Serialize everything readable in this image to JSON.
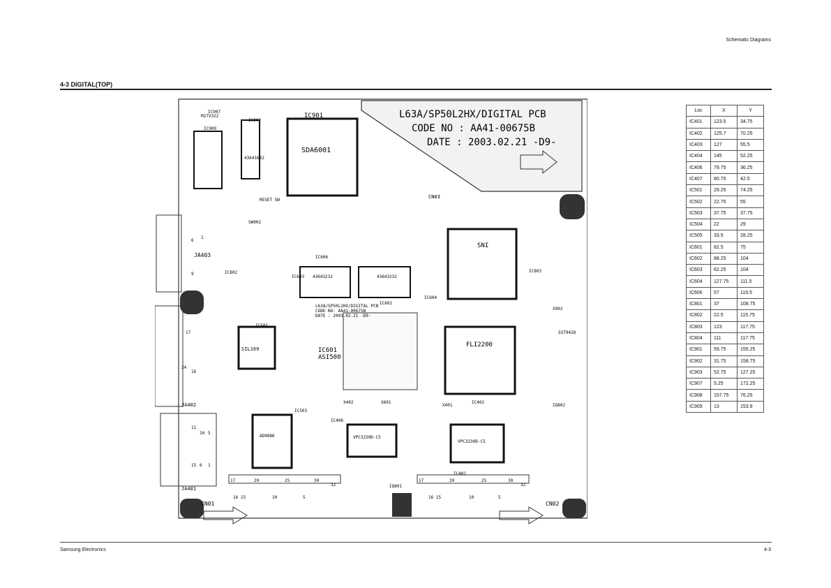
{
  "header": {
    "right_text": "Schematic Diagrams"
  },
  "section": {
    "title": "4-3 DIGITAL(TOP)"
  },
  "footer": {
    "left": "Samsung Electronics",
    "right": "4-3"
  },
  "pcb": {
    "title_line1": "L63A/SP50L2HX/DIGITAL PCB",
    "title_line2": "CODE NO : AA41-00675B",
    "title_line3": "DATE : 2003.02.21 -D9-",
    "small_title1": "L63A/SP50L2HX/DIGITAL PCB",
    "small_title2": "CODE NO: AA41-00675B",
    "small_title3": "DATE : 2003.02.21 -D9-",
    "labels": {
      "ic901": "IC901",
      "ic907": "IC907",
      "m27v322": "M27V322",
      "ic909": "IC909",
      "ic902": "IC902",
      "sda6001": "SDA6001",
      "chip43641632": "43641632",
      "cn03": "CN03",
      "reset": "RESET SW",
      "sw902": "SW902",
      "ja403": "JA403",
      "ic802": "IC802",
      "ic606": "IC606",
      "ic603": "IC603",
      "ic602": "IC602",
      "chip43643232a": "43643232",
      "chip43643232b": "43643232",
      "sni": "SNI",
      "ic803": "IC803",
      "ic604": "IC604",
      "x902": "X902",
      "c501": "IC501",
      "sil169": "SIL169",
      "ic601": "IC601",
      "asi500": "ASI500",
      "fli2200": "FLI2200",
      "sst": "SST9428",
      "ja402": "JA402",
      "ic503": "IC503",
      "ad9886": "AD9886",
      "x402": "X402",
      "ic406": "IC406",
      "x601": "X601",
      "x401": "X401",
      "ic402": "IC402",
      "ic802b": "IQ802",
      "vpc1": "VPC3230D-C5",
      "vpc2": "VPC3230D-C5",
      "ic401": "IC401",
      "ja401": "JA401",
      "cn01": "CN01",
      "cn02": "CN02",
      "iq801": "IQ801",
      "p17a": "17",
      "p20a": "20",
      "p25a": "25",
      "p30a": "30",
      "p32a": "32",
      "p16a": "16 15",
      "p10a": "10",
      "p5a": "5",
      "p17b": "17",
      "p20b": "20",
      "p25b": "25",
      "p30b": "30",
      "p32b": "32",
      "p16b": "16 15",
      "p10b": "10",
      "p5b": "5",
      "ja403_6": "6",
      "ja403_1": "1",
      "ja403_9": "9",
      "ja402_17": "17",
      "ja402_24": "24",
      "ja402_16": "16",
      "ja401_11": "11",
      "ja401_10": "10",
      "ja401_5": "5",
      "ja401_15": "15",
      "ja401_6": "6",
      "ja401_1": "1"
    }
  },
  "location_table": {
    "headers": [
      "Loc",
      "X",
      "Y"
    ],
    "rows": [
      [
        "IC401",
        "123.5",
        "34.75"
      ],
      [
        "IC402",
        "125.7",
        "70.25"
      ],
      [
        "IC403",
        "127",
        "55.5"
      ],
      [
        "IC404",
        "145",
        "52.25"
      ],
      [
        "IC406",
        "79.75",
        "36.25"
      ],
      [
        "IC407",
        "80.75",
        "42.5"
      ],
      [
        "IC501",
        "29.25",
        "74.25"
      ],
      [
        "IC502",
        "22.75",
        "55"
      ],
      [
        "IC503",
        "37.75",
        "37.75"
      ],
      [
        "IC504",
        "22",
        "29"
      ],
      [
        "IC505",
        "33.5",
        "28.25"
      ],
      [
        "IC601",
        "82.5",
        "75"
      ],
      [
        "IC602",
        "88.25",
        "104"
      ],
      [
        "IC603",
        "62.25",
        "104"
      ],
      [
        "IC604",
        "127.75",
        "111.5"
      ],
      [
        "IC606",
        "57",
        "119.5"
      ],
      [
        "IC801",
        "37",
        "108.75"
      ],
      [
        "IC802",
        "22.5",
        "115.75"
      ],
      [
        "IC803",
        "123",
        "117.75"
      ],
      [
        "IC804",
        "111",
        "117.75"
      ],
      [
        "IC901",
        "59.75",
        "155.25"
      ],
      [
        "IC902",
        "31.75",
        "158.75"
      ],
      [
        "IC903",
        "52.75",
        "127.25"
      ],
      [
        "IC907",
        "5.25",
        "172.25"
      ],
      [
        "IC908",
        "157.75",
        "76.25"
      ],
      [
        "IC909",
        "13",
        "153.9"
      ]
    ]
  }
}
